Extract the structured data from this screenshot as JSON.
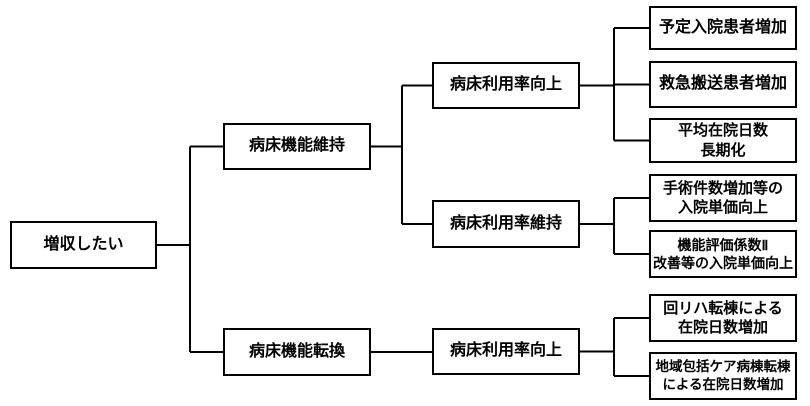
{
  "diagram": {
    "nodes": {
      "root": "増収したい",
      "keep_function": "病床機能維持",
      "convert_function": "病床機能転換",
      "improve_utilization_top": "病床利用率向上",
      "maintain_utilization": "病床利用率維持",
      "improve_utilization_bottom": "病床利用率向上",
      "leaf_scheduled_admissions": "予定入院患者増加",
      "leaf_emergency_transport": "救急搬送患者増加",
      "leaf_average_stay": "平均在院日数\n長期化",
      "leaf_surgery_price": "手術件数増加等の\n入院単価向上",
      "leaf_function_coefficient": "機能評価係数Ⅱ\n改善等の入院単価向上",
      "leaf_rehab_transfer": "回リハ転棟による\n在院日数増加",
      "leaf_community_care_transfer": "地域包括ケア病棟転棟\nによる在院日数増加"
    },
    "colors": {
      "line": "#000000",
      "box_border": "#000000",
      "box_fill": "#ffffff",
      "text": "#000000",
      "background": "#ffffff"
    }
  }
}
